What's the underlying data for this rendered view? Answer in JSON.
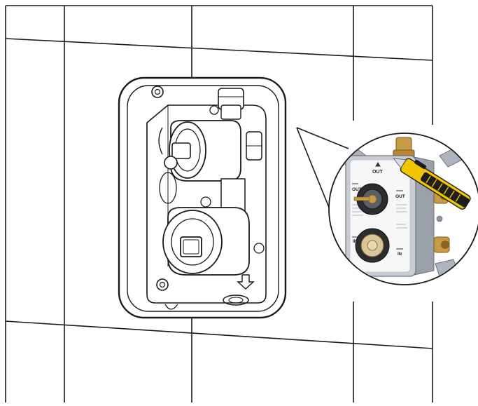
{
  "labels": {
    "top_out": "OUT",
    "left_out": "OUT",
    "right_out": "OUT",
    "left_in": "IN",
    "right_in": "IN"
  },
  "colors": {
    "line": "#1a1a1a",
    "box_body": "#c9ced6",
    "brass": "#c79a45",
    "knife_yellow": "#f2c500",
    "knife_black": "#1e1e1e",
    "label_white": "#f7f7f7"
  },
  "icons": {
    "drain_arrow": "arrow-down-icon",
    "knife": "utility-knife-icon"
  }
}
